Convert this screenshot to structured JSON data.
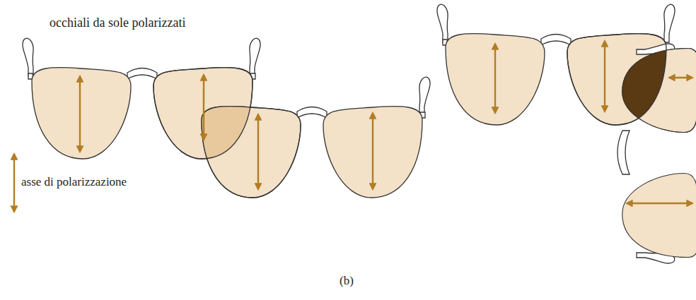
{
  "diagram": {
    "caption": "(b)",
    "labels": [
      "occhiali da sole polarizzati"
    ],
    "legend": [
      {
        "text": "asse di polarizzazione"
      }
    ]
  }
}
